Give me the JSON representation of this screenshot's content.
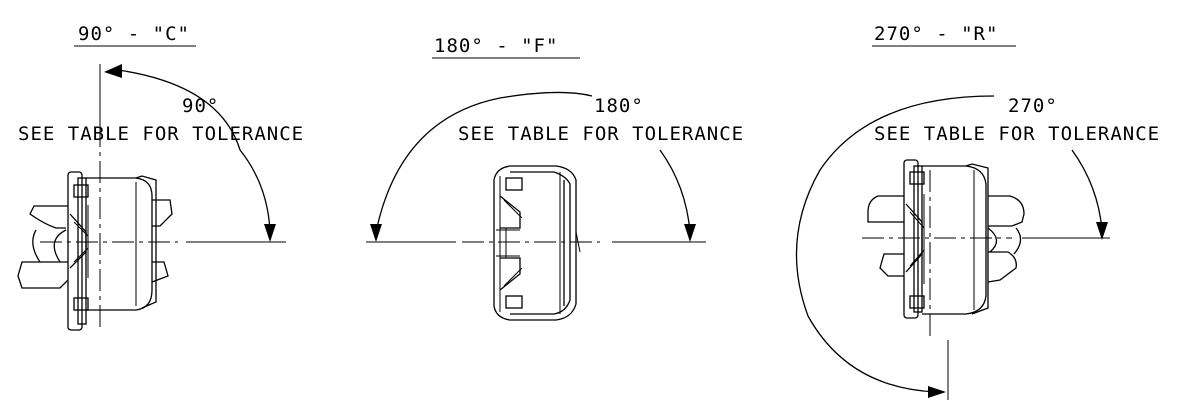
{
  "views": [
    {
      "title": "90° - \"C\"",
      "angle_label": "90°",
      "note": "SEE TABLE FOR TOLERANCE"
    },
    {
      "title": "180° - \"F\"",
      "angle_label": "180°",
      "note": "SEE TABLE FOR TOLERANCE"
    },
    {
      "title": "270° - \"R\"",
      "angle_label": "270°",
      "note": "SEE TABLE FOR TOLERANCE"
    }
  ]
}
